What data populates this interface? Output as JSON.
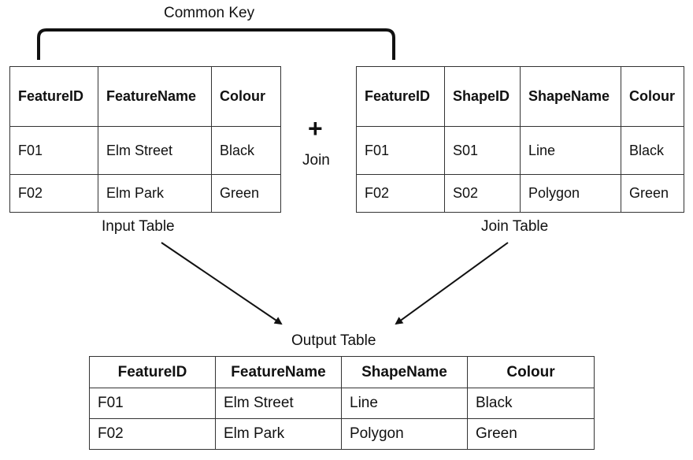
{
  "common_key_label": "Common Key",
  "join_symbol": "+",
  "join_label": "Join",
  "input_table": {
    "caption": "Input Table",
    "headers": [
      "FeatureID",
      "FeatureName",
      "Colour"
    ],
    "rows": [
      [
        "F01",
        "Elm Street",
        "Black"
      ],
      [
        "F02",
        "Elm Park",
        "Green"
      ]
    ]
  },
  "join_table": {
    "caption": "Join Table",
    "headers": [
      "FeatureID",
      "ShapeID",
      "ShapeName",
      "Colour"
    ],
    "rows": [
      [
        "F01",
        "S01",
        "Line",
        "Black"
      ],
      [
        "F02",
        "S02",
        "Polygon",
        "Green"
      ]
    ]
  },
  "output_table": {
    "caption": "Output Table",
    "headers": [
      "FeatureID",
      "FeatureName",
      "ShapeName",
      "Colour"
    ],
    "rows": [
      [
        "F01",
        "Elm Street",
        "Line",
        "Black"
      ],
      [
        "F02",
        "Elm Park",
        "Polygon",
        "Green"
      ]
    ]
  }
}
